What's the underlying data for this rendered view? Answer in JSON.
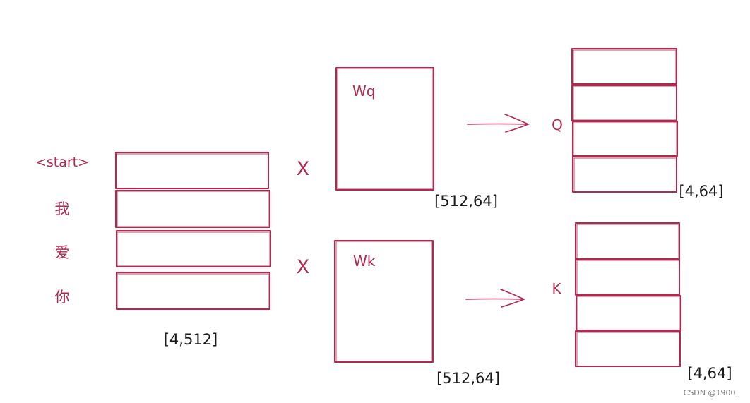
{
  "tokens": [
    "<start>",
    "我",
    "爱",
    "你"
  ],
  "input_shape": "[4,512]",
  "operator": "X",
  "wq": {
    "label": "Wq",
    "shape": "[512,64]"
  },
  "wk": {
    "label": "Wk",
    "shape": "[512,64]"
  },
  "q": {
    "label": "Q",
    "shape": "[4,64]"
  },
  "k": {
    "label": "K",
    "shape": "[4,64]"
  },
  "watermark": "CSDN @1900_",
  "colors": {
    "ink": "#b0294f",
    "text": "#1a1a1a"
  }
}
